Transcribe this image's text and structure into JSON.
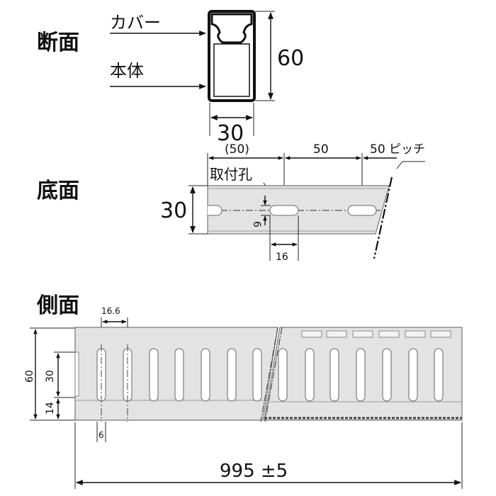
{
  "sections": {
    "cross_section": "断面",
    "bottom_view": "底面",
    "side_view": "側面"
  },
  "cross_section": {
    "cover_label": "カバー",
    "body_label": "本体",
    "height": "60",
    "width": "30"
  },
  "bottom_view": {
    "first_pitch": "(50)",
    "pitch": "50",
    "pitch_label": "50 ピッチ",
    "hole_label": "取付孔",
    "width": "30",
    "hole_width": "6",
    "hole_length": "16"
  },
  "side_view": {
    "slit_pitch": "16.6",
    "height": "60",
    "slit_length": "30",
    "base_height": "14",
    "slit_width": "6",
    "total_length": "995 ±5"
  },
  "colors": {
    "line": "#111111",
    "body_fill": "#e3e3e3",
    "slot_fill": "#ffffff"
  }
}
